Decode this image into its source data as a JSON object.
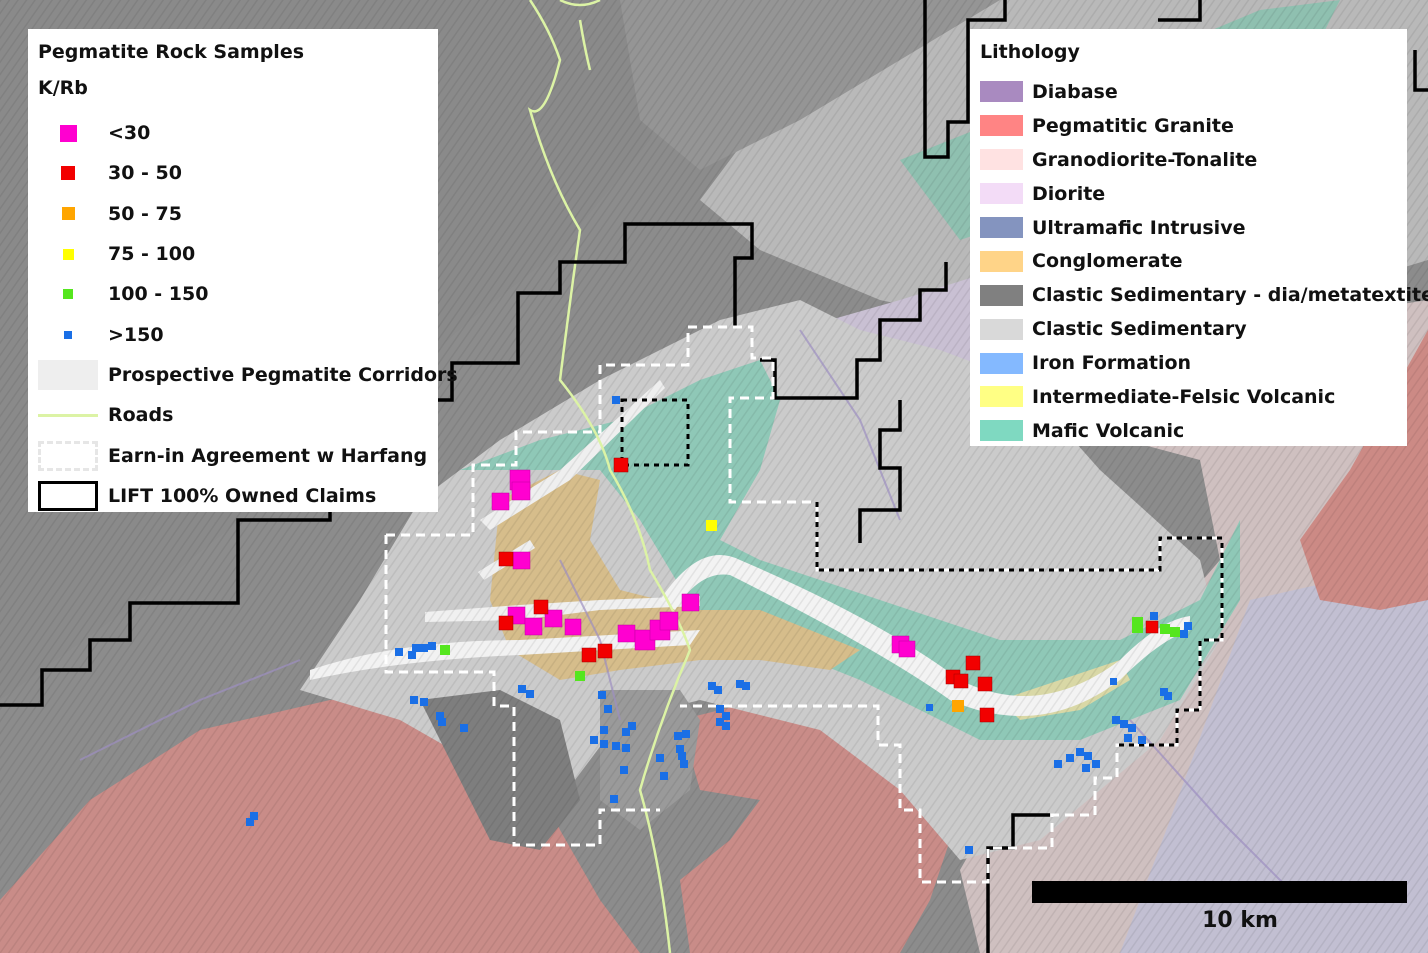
{
  "colors": {
    "background_terrain": "#8a8a8a",
    "clastic_dark": "#7d7d7d",
    "clastic_light": "#d0d0d0",
    "mafic_volcanic": "#86c9b5",
    "pegmatitic_granite": "#d98b86",
    "diorite": "#d9cbe4",
    "conglomerate": "#dcc18a",
    "iron_formation": "#9bb8dd",
    "corridor": "#f1f1f1",
    "road": "#dcf3a5",
    "sample_lt30": "#ff00d0",
    "sample_30_50": "#f20000",
    "sample_50_75": "#ffa500",
    "sample_75_100": "#ffff00",
    "sample_100_150": "#55e61e",
    "sample_gt150": "#1a6fe6"
  },
  "samples_legend": {
    "title": "Pegmatite Rock Samples",
    "subtitle": "K/Rb",
    "items": [
      {
        "label": "<30",
        "symbol": "square-large",
        "color": "#ff00d0"
      },
      {
        "label": "30 - 50",
        "symbol": "square-medium",
        "color": "#f20000"
      },
      {
        "label": "50 - 75",
        "symbol": "square-medium",
        "color": "#ffa500"
      },
      {
        "label": "75 - 100",
        "symbol": "square-small",
        "color": "#ffff00"
      },
      {
        "label": "100 - 150",
        "symbol": "square-small",
        "color": "#55e61e"
      },
      {
        "label": ">150",
        "symbol": "square-tiny",
        "color": "#1a6fe6"
      },
      {
        "label": "Prospective Pegmatite Corridors",
        "symbol": "fill",
        "color": "#eeeeee"
      },
      {
        "label": "Roads",
        "symbol": "line",
        "color": "#dcf3a5"
      },
      {
        "label": "Earn-in Agreement w Harfang",
        "symbol": "dashed-box",
        "color": "#e6e6e6"
      },
      {
        "label": "LIFT 100% Owned Claims",
        "symbol": "solid-box",
        "color": "#000000"
      }
    ]
  },
  "lithology_legend": {
    "title": "Lithology",
    "items": [
      {
        "label": "Diabase",
        "color": "#a98ac0"
      },
      {
        "label": "Pegmatitic Granite",
        "color": "#ff8484"
      },
      {
        "label": "Granodiorite-Tonalite",
        "color": "#ffe2e2"
      },
      {
        "label": "Diorite",
        "color": "#f3dcf7"
      },
      {
        "label": "Ultramafic Intrusive",
        "color": "#8494bf"
      },
      {
        "label": "Conglomerate",
        "color": "#ffd488"
      },
      {
        "label": "Clastic Sedimentary - dia/metatextite",
        "color": "#808080"
      },
      {
        "label": "Clastic Sedimentary",
        "color": "#d9d9d9"
      },
      {
        "label": "Iron Formation",
        "color": "#84b9ff"
      },
      {
        "label": "Intermediate-Felsic Volcanic",
        "color": "#ffff84"
      },
      {
        "label": "Mafic Volcanic",
        "color": "#7fd9c1"
      }
    ]
  },
  "scale": {
    "label": "10 km"
  }
}
